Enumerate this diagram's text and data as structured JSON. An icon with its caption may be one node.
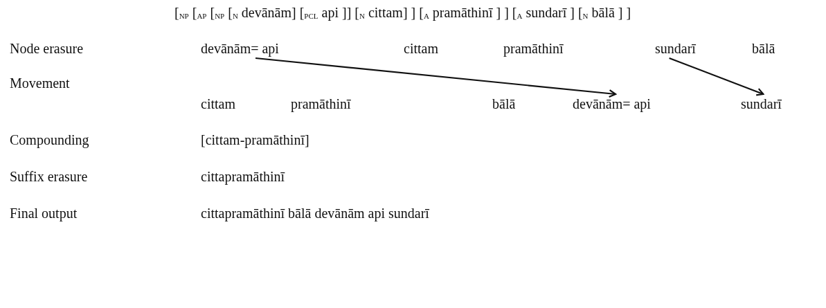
{
  "diagram": {
    "nodes": [
      {
        "text": [
          "devānām= api"
        ]
      },
      {
        "text": [
          "sundarī"
        ]
      },
      {
        "text": [
          "devānām= api"
        ]
      },
      {
        "text": [
          "sundarī"
        ]
      }
    ],
    "edges": [
      {
        "from": 0,
        "to": 2,
        "arrow": "to"
      },
      {
        "from": 1,
        "to": 3,
        "arrow": "to"
      }
    ],
    "labels": [
      "[$_{NP}$ [$_{AP}$ [$_{NP}$ [$_{N}$ devānām] [$_{PCL}$ api ]] [$_{N}$ cittam] ] [$_{A}$ pramāthinī ] ] [$_{A}$ sundarī ] [$_{N}$ bālā ] ]",
      "Node erasure",
      "cittam",
      "pramāthinī",
      "bālā",
      "Movement",
      "cittam",
      "pramāthinī",
      "bālā",
      "Compounding",
      "[cittam-pramāthinī]",
      "Suffix erasure",
      "cittapramāthinī",
      "Final output",
      "cittapramāthinī bālā devānām api sundarī"
    ]
  }
}
